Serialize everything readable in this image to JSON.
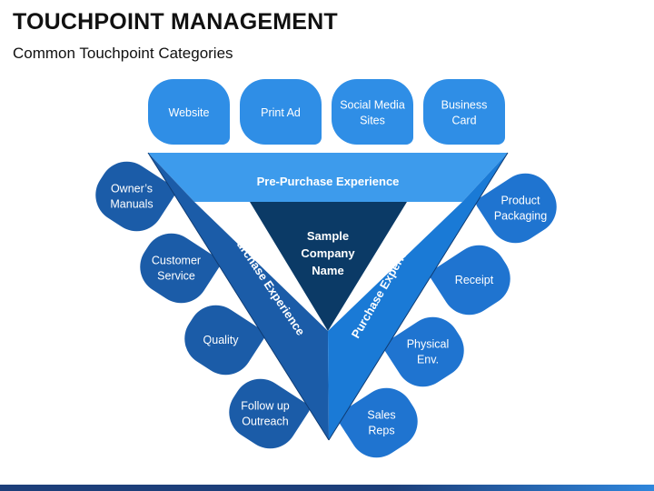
{
  "title": "TOUCHPOINT MANAGEMENT",
  "subtitle": "Common Touchpoint Categories",
  "center": {
    "lines": [
      "Sample",
      "Company",
      "Name"
    ]
  },
  "bands": {
    "top": "Pre-Purchase Experience",
    "left": "Post-Purchase Experience",
    "right": "Purchase Experience"
  },
  "top_tiles": [
    {
      "lines": [
        "Website"
      ]
    },
    {
      "lines": [
        "Print Ad"
      ]
    },
    {
      "lines": [
        "Social Media",
        "Sites"
      ]
    },
    {
      "lines": [
        "Business",
        "Card"
      ]
    }
  ],
  "left_tiles": [
    {
      "lines": [
        "Owner’s",
        "Manuals"
      ]
    },
    {
      "lines": [
        "Customer",
        "Service"
      ]
    },
    {
      "lines": [
        "Quality"
      ]
    },
    {
      "lines": [
        "Follow up",
        "Outreach"
      ]
    }
  ],
  "right_tiles": [
    {
      "lines": [
        "Product",
        "Packaging"
      ]
    },
    {
      "lines": [
        "Receipt"
      ]
    },
    {
      "lines": [
        "Physical",
        "Env."
      ]
    },
    {
      "lines": [
        "Sales",
        "Reps"
      ]
    }
  ],
  "colors": {
    "top_tile": "#2f8ee6",
    "left_tile": "#1b5ca8",
    "right_tile": "#1f74d0",
    "top_band": "#3d9bec",
    "left_band": "#1b5ca8",
    "right_band": "#1a7ad6",
    "center": "#0b3a66"
  }
}
